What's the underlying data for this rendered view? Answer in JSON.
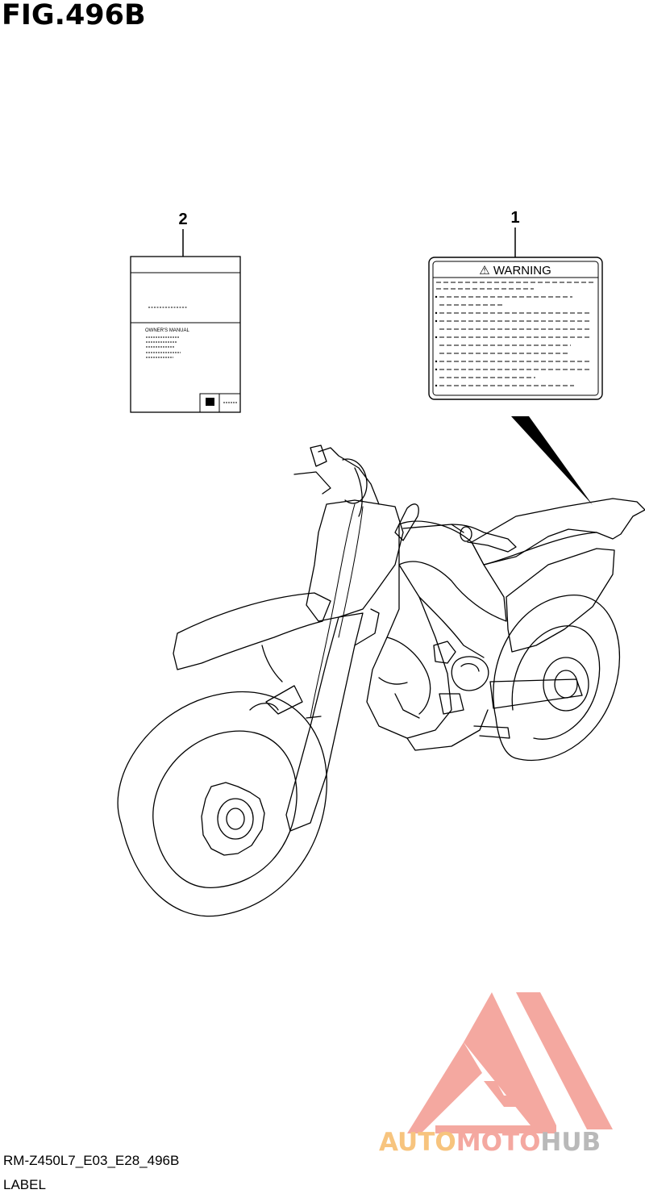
{
  "figure": {
    "title": "FIG.496B",
    "footer_code": "RM-Z450L7_E03_E28_496B",
    "footer_label": "LABEL"
  },
  "callouts": [
    {
      "number": "1",
      "part": "warning-label"
    },
    {
      "number": "2",
      "part": "owners-manual"
    }
  ],
  "warning_label": {
    "heading": "⚠ WARNING"
  },
  "owners_manual": {
    "title": "OWNER'S MANUAL"
  },
  "watermark": {
    "part1": "AUTO",
    "part2": "MOTO",
    "part3": "HUB",
    "colors": {
      "auto": "#f7c47e",
      "moto": "#f4a8a0",
      "hub": "#b9b9b9",
      "logo": "#f4a8a0"
    }
  }
}
